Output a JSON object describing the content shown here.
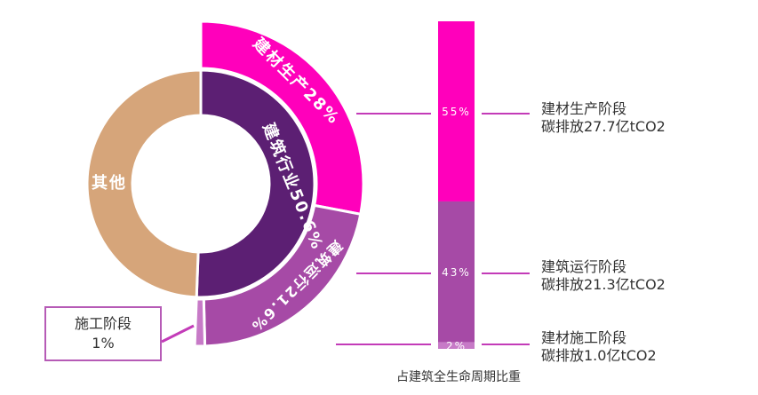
{
  "chart_data": [
    {
      "type": "pie",
      "variant": "nested-donut",
      "inner_ring": [
        {
          "label": "建筑行业50.6%",
          "value": 50.6,
          "color": "#5c1f73"
        },
        {
          "label": "其他",
          "value": 49.4,
          "color": "#d6a57a"
        }
      ],
      "outer_ring": [
        {
          "label": "建材生产28%",
          "value": 28,
          "color": "#ff00bb"
        },
        {
          "label": "建筑运行21.6%",
          "value": 21.6,
          "color": "#a64aa6"
        },
        {
          "label": "施工阶段1%",
          "value": 1,
          "color": "#c77ac7"
        }
      ],
      "callout": {
        "line1": "施工阶段",
        "line2": "1%"
      }
    },
    {
      "type": "bar",
      "variant": "stacked-100",
      "segments": [
        {
          "value": 55,
          "label": "55%",
          "color": "#ff00bb",
          "annotation": [
            "建材生产阶段",
            "碳排放27.7亿tCO2"
          ]
        },
        {
          "value": 43,
          "label": "43%",
          "color": "#a64aa6",
          "annotation": [
            "建筑运行阶段",
            "碳排放21.3亿tCO2"
          ]
        },
        {
          "value": 2,
          "label": "2%",
          "color": "#c77ac7",
          "annotation": [
            "建材施工阶段",
            "碳排放1.0亿tCO2"
          ]
        }
      ],
      "xlabel": "占建筑全生命周期比重"
    }
  ],
  "colors": {
    "leader_line": "#c33bb8",
    "text": "#333333"
  }
}
